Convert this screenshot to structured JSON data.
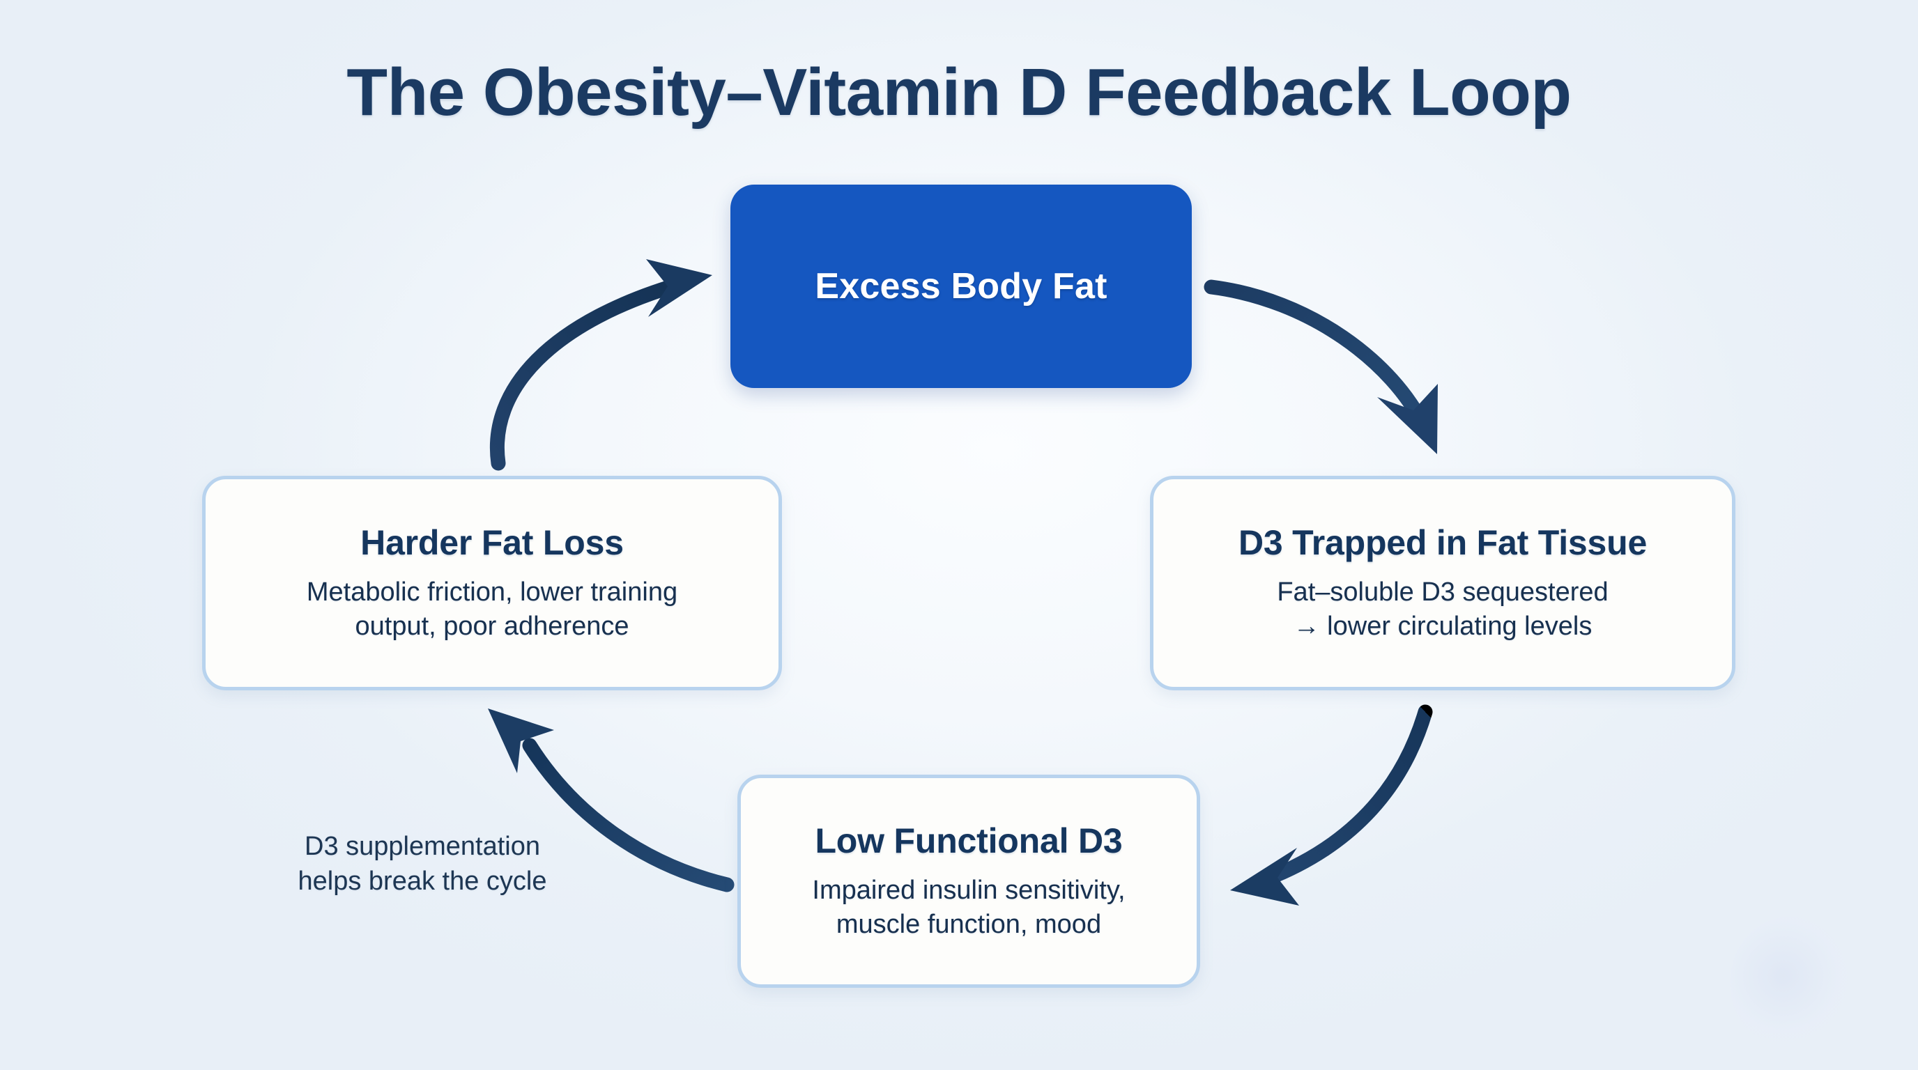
{
  "page": {
    "title": "The Obesity–Vitamin D Feedback Loop",
    "background_color": "#eef3f9",
    "accent_color": "#1557c0",
    "ink_color": "#15365e",
    "arrow_color": "#1e3f68",
    "node_border_color": "#b8d3ee",
    "node_fill_color": "#fdfdfb"
  },
  "nodes": {
    "top": {
      "id": "excess-body-fat",
      "title": "Excess Body Fat",
      "desc": "",
      "style": "primary"
    },
    "right": {
      "id": "d3-trapped-in-fat-tissue",
      "title": "D3 Trapped in Fat Tissue",
      "desc": "Fat–soluble D3 sequestered\n→ lower circulating levels",
      "style": "plain"
    },
    "bottom": {
      "id": "low-functional-d3",
      "title": "Low Functional D3",
      "desc": "Impaired insulin sensitivity,\nmuscle function, mood",
      "style": "plain"
    },
    "left": {
      "id": "harder-fat-loss",
      "title": "Harder Fat Loss",
      "desc": "Metabolic friction, lower training\noutput, poor adherence",
      "style": "plain"
    }
  },
  "caption": {
    "text": "D3 supplementation\nhelps break the cycle"
  },
  "arrows": [
    {
      "id": "arrow-top-to-right",
      "from": "excess-body-fat",
      "to": "d3-trapped-in-fat-tissue",
      "direction": "clockwise-down-right"
    },
    {
      "id": "arrow-right-to-bottom",
      "from": "d3-trapped-in-fat-tissue",
      "to": "low-functional-d3",
      "direction": "clockwise-down-left"
    },
    {
      "id": "arrow-bottom-to-left",
      "from": "low-functional-d3",
      "to": "harder-fat-loss",
      "direction": "clockwise-up-left"
    },
    {
      "id": "arrow-left-to-top",
      "from": "harder-fat-loss",
      "to": "excess-body-fat",
      "direction": "clockwise-up-right"
    }
  ]
}
